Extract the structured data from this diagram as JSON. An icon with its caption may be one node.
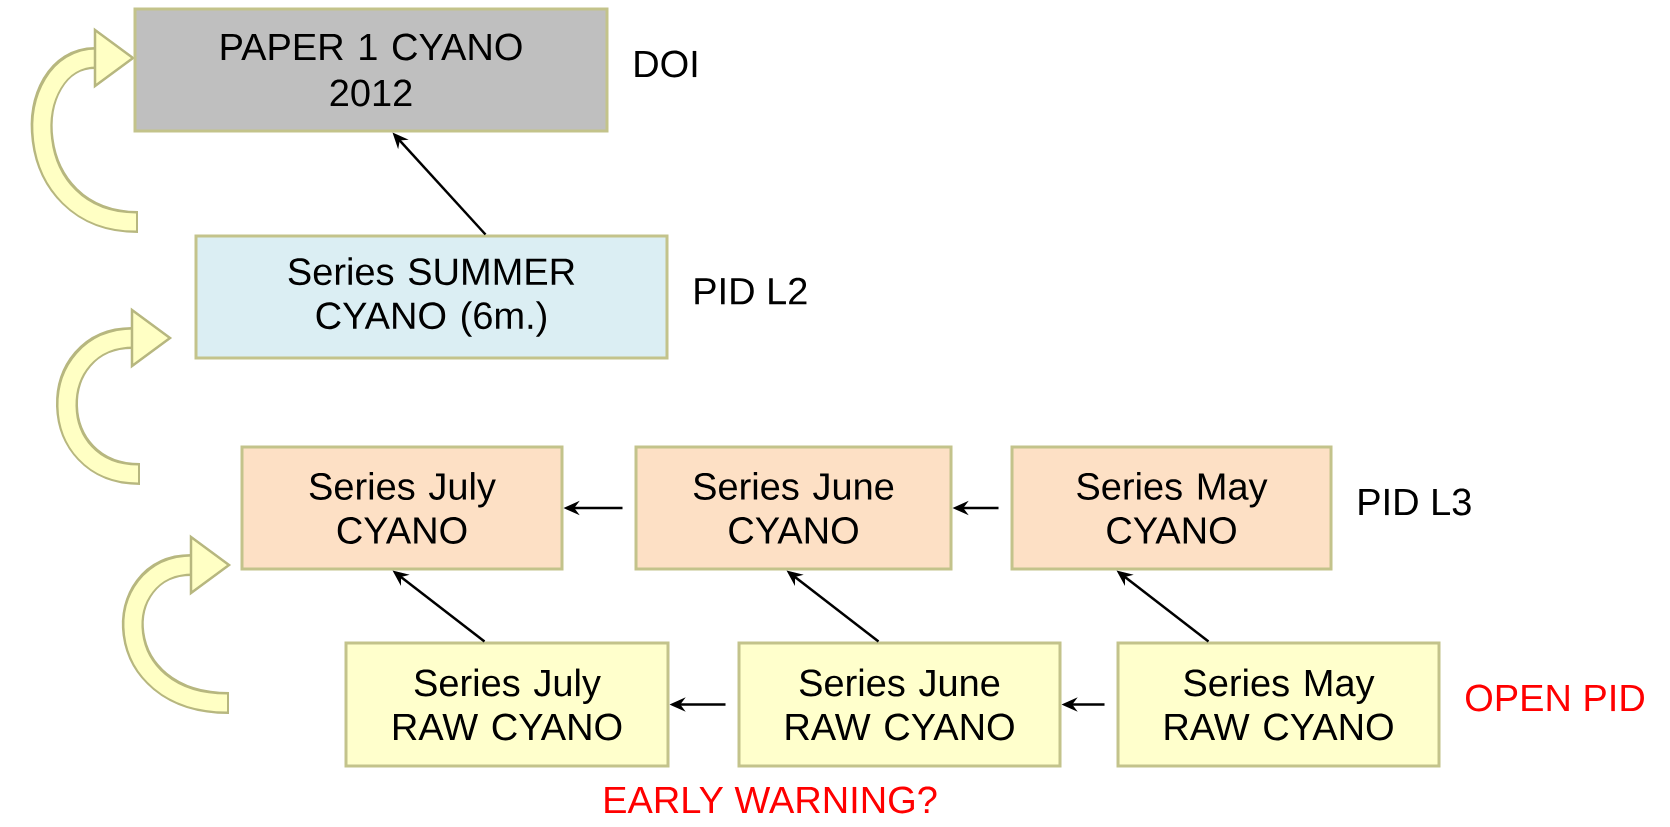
{
  "diagram": {
    "nodes": [
      {
        "text": [
          "PAPER 1 CYANO",
          "2012"
        ],
        "beside": [
          "DOI"
        ]
      },
      {
        "text": [
          "Series SUMMER CYANO (6m.)"
        ],
        "beside": [
          "PID L2"
        ]
      },
      {
        "text": [
          "Series July CYANO"
        ]
      },
      {
        "text": [
          "Series June CYANO"
        ]
      },
      {
        "text": [
          "Series May CYANO"
        ],
        "beside": [
          "PID L3"
        ]
      },
      {
        "text": [
          "Series July RAW CYANO"
        ]
      },
      {
        "text": [
          "Series June RAW CYANO"
        ]
      },
      {
        "text": [
          "Series May RAW CYANO"
        ],
        "beside": [
          "OPEN PID"
        ]
      }
    ],
    "edges": [
      {
        "from": 1,
        "to": 0,
        "arrow": "to"
      },
      {
        "from": 3,
        "to": 2,
        "arrow": "to"
      },
      {
        "from": 4,
        "to": 3,
        "arrow": "to"
      },
      {
        "from": 5,
        "to": 2,
        "arrow": "to"
      },
      {
        "from": 6,
        "to": 3,
        "arrow": "to"
      },
      {
        "from": 7,
        "to": 4,
        "arrow": "to"
      },
      {
        "from": 6,
        "to": 5,
        "arrow": "to"
      },
      {
        "from": 7,
        "to": 6,
        "arrow": "to"
      }
    ],
    "labels": [
      "EARLY WARNING?"
    ]
  }
}
